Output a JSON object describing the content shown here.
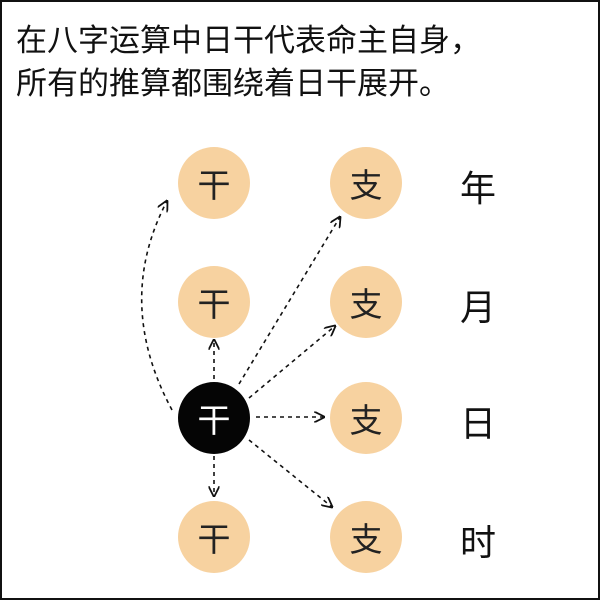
{
  "caption": {
    "line1": "在八字运算中日干代表命主自身，",
    "line2": "所有的推算都围绕着日干展开。"
  },
  "rows": [
    {
      "stem": "干",
      "branch": "支",
      "pillar": "年"
    },
    {
      "stem": "干",
      "branch": "支",
      "pillar": "月"
    },
    {
      "stem": "干",
      "branch": "支",
      "pillar": "日"
    },
    {
      "stem": "干",
      "branch": "支",
      "pillar": "时"
    }
  ],
  "colors": {
    "node_fill": "#f7d2a0",
    "day_stem_fill": "#050505",
    "arrow": "#111111"
  }
}
